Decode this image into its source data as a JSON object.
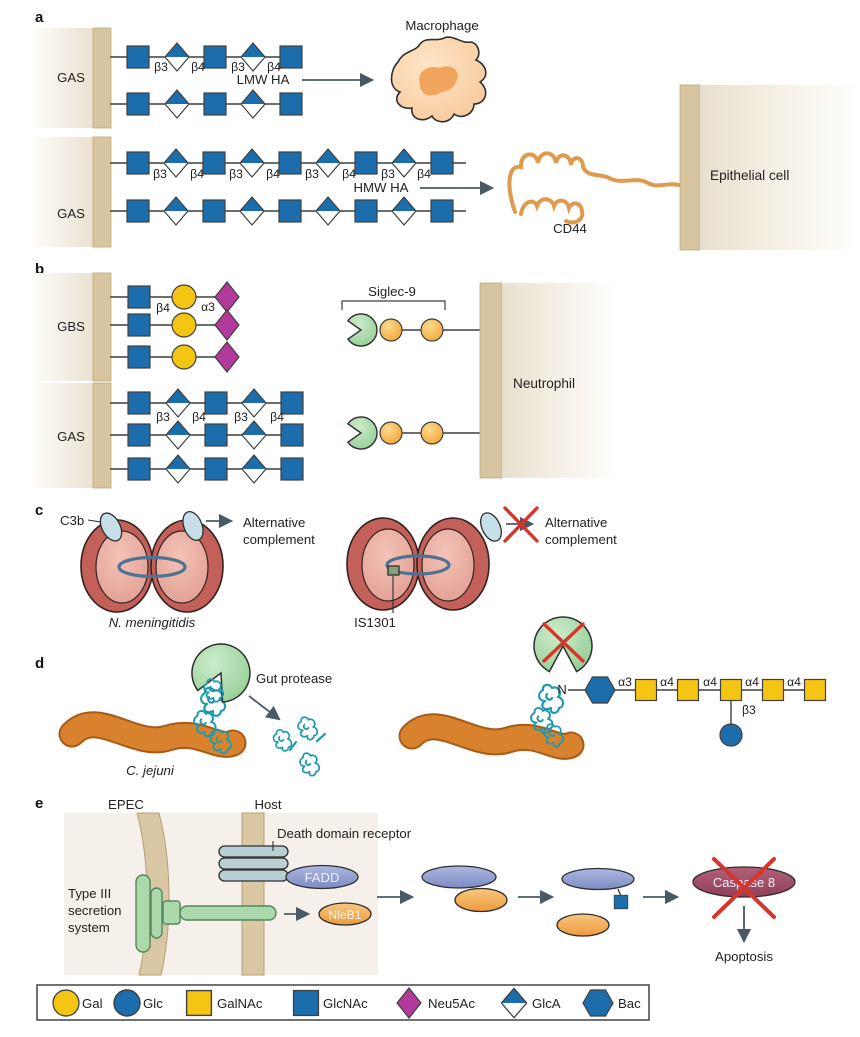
{
  "figure": {
    "panel_a": {
      "label": "a",
      "bacteria_label": "GAS",
      "lmw_ha_label": "LMW HA",
      "hmw_ha_label": "HMW HA",
      "macrophage_label": "Macrophage",
      "cd44_label": "CD44",
      "epithelial_cell_label": "Epithelial cell"
    },
    "panel_b": {
      "label": "b",
      "gbs_label": "GBS",
      "gas_label": "GAS",
      "siglec9_label": "Siglec-9",
      "neutrophil_label": "Neutrophil"
    },
    "panel_c": {
      "label": "c",
      "c3b_label": "C3b",
      "outcome_line1": "Alternative",
      "outcome_line2": "complement",
      "species_label": "N. meningitidis",
      "is1301_label": "IS1301"
    },
    "panel_d": {
      "label": "d",
      "gut_protease_label": "Gut protease",
      "species_label": "C. jejuni",
      "n_linkage_label": "N"
    },
    "panel_e": {
      "label": "e",
      "epec_label": "EPEC",
      "host_label": "Host",
      "t3ss_line1": "Type III",
      "t3ss_line2": "secretion",
      "t3ss_line3": "system",
      "death_domain_receptor_label": "Death domain receptor",
      "fadd_label": "FADD",
      "nleb1_label": "NleB1",
      "caspase8_label": "Caspase 8",
      "apoptosis_label": "Apoptosis"
    }
  },
  "linkages": {
    "b3": "β3",
    "b4": "β4",
    "a3": "α3",
    "a4": "α4"
  },
  "legend": {
    "items": [
      {
        "label": "Gal",
        "shape": "circle",
        "color": "#f5c513"
      },
      {
        "label": "Glc",
        "shape": "circle",
        "color": "#1b6dac"
      },
      {
        "label": "GalNAc",
        "shape": "square",
        "color": "#f5c513"
      },
      {
        "label": "GlcNAc",
        "shape": "square",
        "color": "#1b6dac"
      },
      {
        "label": "Neu5Ac",
        "shape": "diamond",
        "color": "#b23a9c"
      },
      {
        "label": "GlcA",
        "shape": "half-diamond",
        "color": "#1b6dac"
      },
      {
        "label": "Bac",
        "shape": "hexagon",
        "color": "#1b6dac"
      }
    ]
  },
  "colors": {
    "glycan_blue": "#1b6dac",
    "glycan_yellow": "#f5c513",
    "glycan_purple": "#b23a9c",
    "protein_teal": "#1d9ab0",
    "lectin_green": "#a9d8a8",
    "siglec_glycan_orange": "#f4a93c",
    "membrane_tan": "#d7c5a0",
    "red_cross": "#d6352c",
    "arrow_gray": "#4a5a64",
    "cocci_outer_red": "#c4605a",
    "cocci_inner_pink": "#e7aca0",
    "c_jejuni_orange": "#d8822e",
    "macrophage_peach": "#f9d0a5",
    "cd44_orange": "#df9a4e",
    "fadd_blue": "#8d9bce",
    "effector_orange": "#ef9d43",
    "caspase_red": "#a04f66",
    "receptor_gray_blue": "#bacfd4",
    "c3b_light_blue": "#c7dfe9",
    "is1301_green": "#84a17d"
  }
}
